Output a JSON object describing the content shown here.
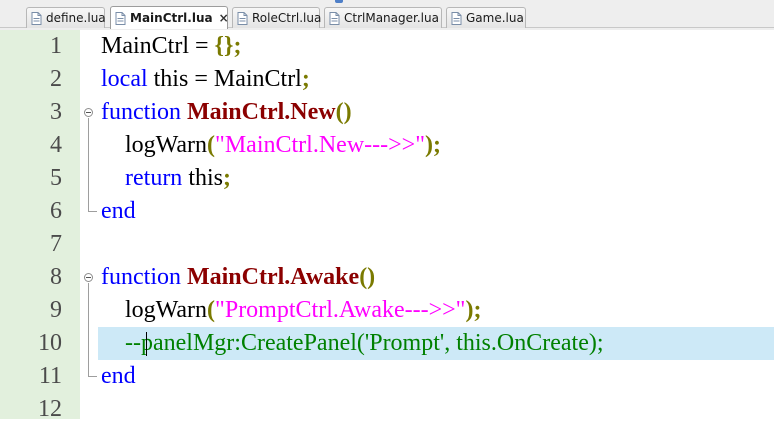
{
  "tabs": [
    {
      "label": "define.lua",
      "active": false,
      "closable": false
    },
    {
      "label": "MainCtrl.lua",
      "active": true,
      "closable": true,
      "close_glyph": "×"
    },
    {
      "label": "RoleCtrl.lua",
      "active": false,
      "closable": false
    },
    {
      "label": "CtrlManager.lua",
      "active": false,
      "closable": false
    },
    {
      "label": "Game.lua",
      "active": false,
      "closable": false
    }
  ],
  "editor": {
    "current_line": 10,
    "lines": [
      {
        "n": "1",
        "tokens": [
          {
            "t": "MainCtrl = ",
            "c": "plain"
          },
          {
            "t": "{}",
            "c": "paren"
          },
          {
            "t": ";",
            "c": "paren"
          }
        ]
      },
      {
        "n": "2",
        "tokens": [
          {
            "t": "local",
            "c": "kw"
          },
          {
            "t": " this = MainCtrl",
            "c": "plain"
          },
          {
            "t": ";",
            "c": "paren"
          }
        ]
      },
      {
        "n": "3",
        "tokens": [
          {
            "t": "function",
            "c": "kw"
          },
          {
            "t": " ",
            "c": "plain"
          },
          {
            "t": "MainCtrl.New",
            "c": "fn"
          },
          {
            "t": "()",
            "c": "paren"
          }
        ]
      },
      {
        "n": "4",
        "tokens": [
          {
            "t": "    logWarn",
            "c": "plain"
          },
          {
            "t": "(",
            "c": "paren"
          },
          {
            "t": "\"MainCtrl.New--->>\"",
            "c": "str"
          },
          {
            "t": ");",
            "c": "paren"
          }
        ]
      },
      {
        "n": "5",
        "tokens": [
          {
            "t": "    ",
            "c": "plain"
          },
          {
            "t": "return",
            "c": "kw"
          },
          {
            "t": " this",
            "c": "plain"
          },
          {
            "t": ";",
            "c": "paren"
          }
        ]
      },
      {
        "n": "6",
        "tokens": [
          {
            "t": "end",
            "c": "kw"
          }
        ]
      },
      {
        "n": "7",
        "tokens": []
      },
      {
        "n": "8",
        "tokens": [
          {
            "t": "function",
            "c": "kw"
          },
          {
            "t": " ",
            "c": "plain"
          },
          {
            "t": "MainCtrl.Awake",
            "c": "fn"
          },
          {
            "t": "()",
            "c": "paren"
          }
        ]
      },
      {
        "n": "9",
        "tokens": [
          {
            "t": "    logWarn",
            "c": "plain"
          },
          {
            "t": "(",
            "c": "paren"
          },
          {
            "t": "\"PromptCtrl.Awake--->>\"",
            "c": "str"
          },
          {
            "t": ");",
            "c": "paren"
          }
        ]
      },
      {
        "n": "10",
        "tokens": [
          {
            "t": "    --panelMgr:CreatePanel('Prompt', this.OnCreate);",
            "c": "cmt"
          }
        ]
      },
      {
        "n": "11",
        "tokens": [
          {
            "t": "end",
            "c": "kw"
          }
        ]
      },
      {
        "n": "12",
        "tokens": []
      }
    ]
  },
  "colors": {
    "gutter": "#e2f0dd",
    "current_line": "#cde9f7",
    "keyword": "#0000ff",
    "function_name": "#8b0000",
    "string": "#ff00ff",
    "comment": "#008000",
    "punctuation": "#7a7a00"
  },
  "icons": {
    "tab_file": "lua-file-icon",
    "fold": "fold-collapse-icon"
  }
}
